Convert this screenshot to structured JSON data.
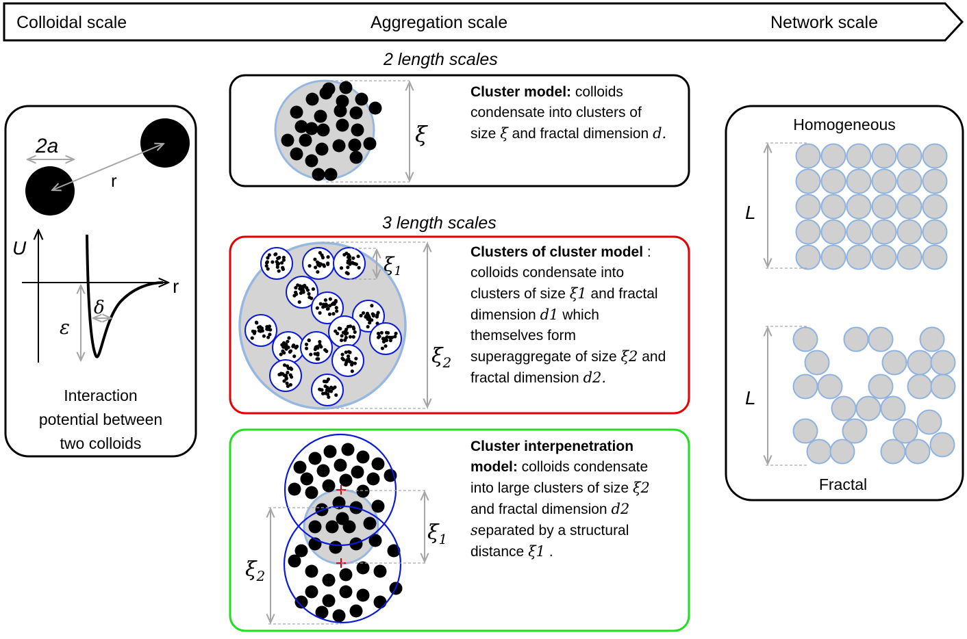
{
  "scale_bar": {
    "left": "Colloidal scale",
    "center": "Aggregation scale",
    "right": "Network scale"
  },
  "headings": {
    "two_scales": "2 length scales",
    "three_scales": "3 length scales"
  },
  "colloid_panel": {
    "diameter_label": "2a",
    "distance_label": "r",
    "potential_axis": "U",
    "potential_r": "r",
    "delta": "δ",
    "epsilon": "ε",
    "caption_line1": "Interaction",
    "caption_line2": "potential between",
    "caption_line3": "two colloids"
  },
  "cluster_model": {
    "xi": "ξ",
    "title": "Cluster model:",
    "text1": " colloids",
    "text2": "condensate into  clusters of",
    "text3a": "size ",
    "text3xi": "ξ",
    "text3b": " and fractal dimension ",
    "text3d": "d.",
    "border_color": "#000000"
  },
  "clusters_of_clusters": {
    "xi1": "ξ1",
    "xi2": "ξ2",
    "title": "Clusters of cluster model",
    "title_tail": " :",
    "line2": "colloids condensate into",
    "line3a": "clusters of size  ",
    "line3xi": "ξ1",
    "line3b": " and fractal",
    "line4a": "dimension ",
    "line4d": "d1",
    "line4b": " which",
    "line5": "themselves form",
    "line6a": "superaggregate of size ",
    "line6xi": "ξ2",
    "line6b": " and",
    "line7a": "fractal dimension ",
    "line7d": "d2.",
    "border_color": "#e60000"
  },
  "interpenetration": {
    "xi1": "ξ1",
    "xi2": "ξ2",
    "title1": "Cluster interpenetration",
    "title2": "model:",
    "line2": " colloids condensate",
    "line3a": "into  large clusters of size ",
    "line3xi": "ξ2",
    "line4a": "and fractal dimension ",
    "line4d": "d2",
    "line5a": "s",
    "line5b": "eparated by a structural",
    "line6a": "distance ",
    "line6xi": "ξ1",
    "line6b": " .",
    "border_color": "#22dd22"
  },
  "network_panel": {
    "top_label": "Homogeneous",
    "bottom_label": "Fractal",
    "L_top": "L",
    "L_bottom": "L"
  },
  "colors": {
    "particle_fill": "#d0d0d0",
    "particle_stroke": "#8fb3e0",
    "cluster_fill": "#d4d4d4",
    "cluster_stroke": "#96b8e0",
    "arrow_gray": "#a6a6a6",
    "blue_circle": "#0a1ad6",
    "red_cross": "#e00000"
  }
}
